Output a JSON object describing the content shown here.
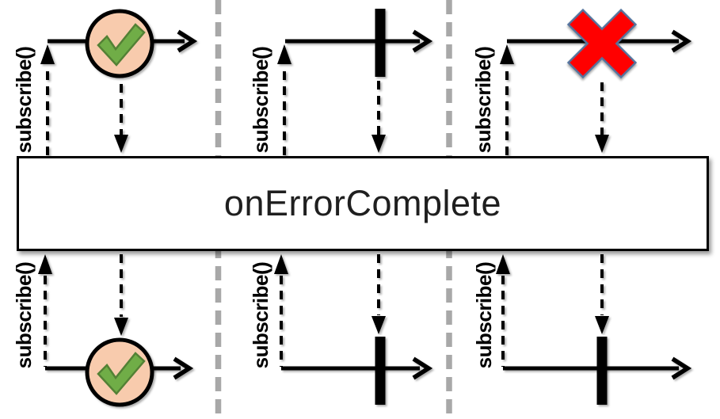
{
  "operator": {
    "name": "onErrorComplete"
  },
  "subscribe_label": "subscribe()",
  "colors": {
    "separator_gray": "#A8A8A8",
    "marble_fill": "#F8CBAD",
    "marble_stroke": "#000000",
    "check_fill": "#70AD47",
    "check_outline": "#538135",
    "error_fill": "#FF0000",
    "error_outline": "#54749E"
  },
  "panels": [
    {
      "position": "left",
      "input_marker": "check-circle-icon",
      "output_marker": "check-circle-icon"
    },
    {
      "position": "middle",
      "input_marker": "complete-bar-icon",
      "output_marker": "complete-bar-icon"
    },
    {
      "position": "right",
      "input_marker": "error-x-icon",
      "output_marker": "complete-bar-icon"
    }
  ]
}
